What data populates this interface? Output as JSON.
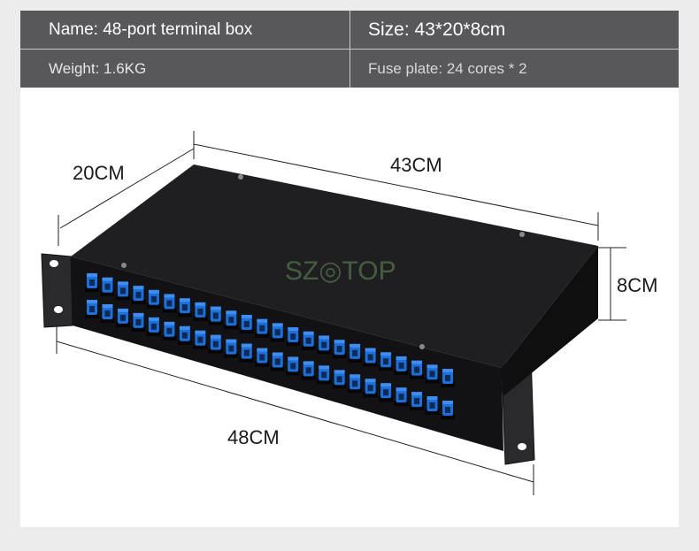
{
  "specs": {
    "name": "Name: 48-port terminal box",
    "size": "Size: 43*20*8cm",
    "weight": "Weight: 1.6KG",
    "fuse_plate": "Fuse plate: 24 cores * 2"
  },
  "dimensions": {
    "depth": "20CM",
    "length": "43CM",
    "height": "8CM",
    "width": "48CM"
  },
  "watermark": "SZ◎TOP",
  "colors": {
    "header_bg": "#58585a",
    "background": "#ececec",
    "box_body": "#1c1c1e",
    "connector_blue": "#1e6fd9"
  }
}
